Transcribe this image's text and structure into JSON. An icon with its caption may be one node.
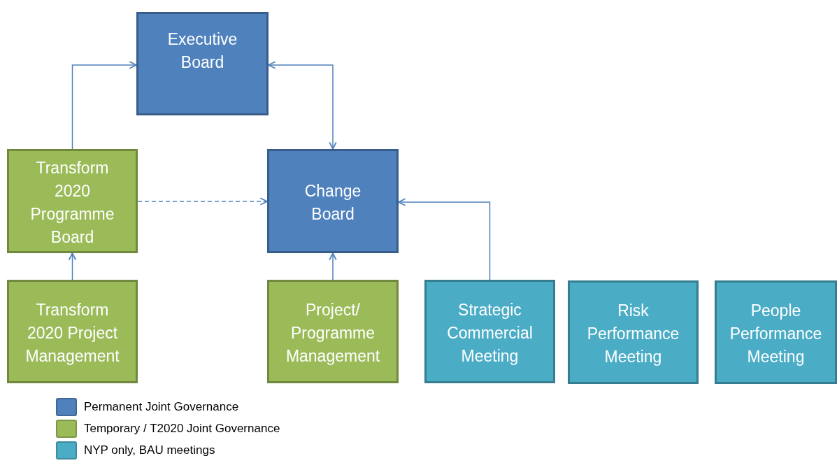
{
  "diagram": {
    "nodes": [
      {
        "text": [
          "Executive Board"
        ]
      },
      {
        "text": [
          "Transform 2020 Programme Board"
        ]
      },
      {
        "text": [
          "Change Board"
        ]
      },
      {
        "text": [
          "Transform 2020 Project Management"
        ]
      },
      {
        "text": [
          "Project/ Programme Management"
        ]
      },
      {
        "text": [
          "Strategic Commercial Meeting"
        ]
      },
      {
        "text": [
          "Risk Performance Meeting"
        ]
      },
      {
        "text": [
          "People Performance Meeting"
        ]
      }
    ],
    "edges": [
      {
        "from": 1,
        "to": 0,
        "arrow": "to"
      },
      {
        "from": 2,
        "to": 0,
        "arrow": "both"
      },
      {
        "from": 1,
        "to": 2,
        "arrow": "to",
        "style": "dashed"
      },
      {
        "from": 3,
        "to": 1,
        "arrow": "to"
      },
      {
        "from": 4,
        "to": 2,
        "arrow": "to"
      },
      {
        "from": 5,
        "to": 2,
        "arrow": "to"
      }
    ],
    "legend": [
      {
        "text": "Permanent Joint Governance",
        "color": "#4f81bd"
      },
      {
        "text": "Temporary / T2020 Joint Governance",
        "color": "#9bbb59"
      },
      {
        "text": "NYP only, BAU meetings",
        "color": "#4bacc6"
      }
    ]
  }
}
